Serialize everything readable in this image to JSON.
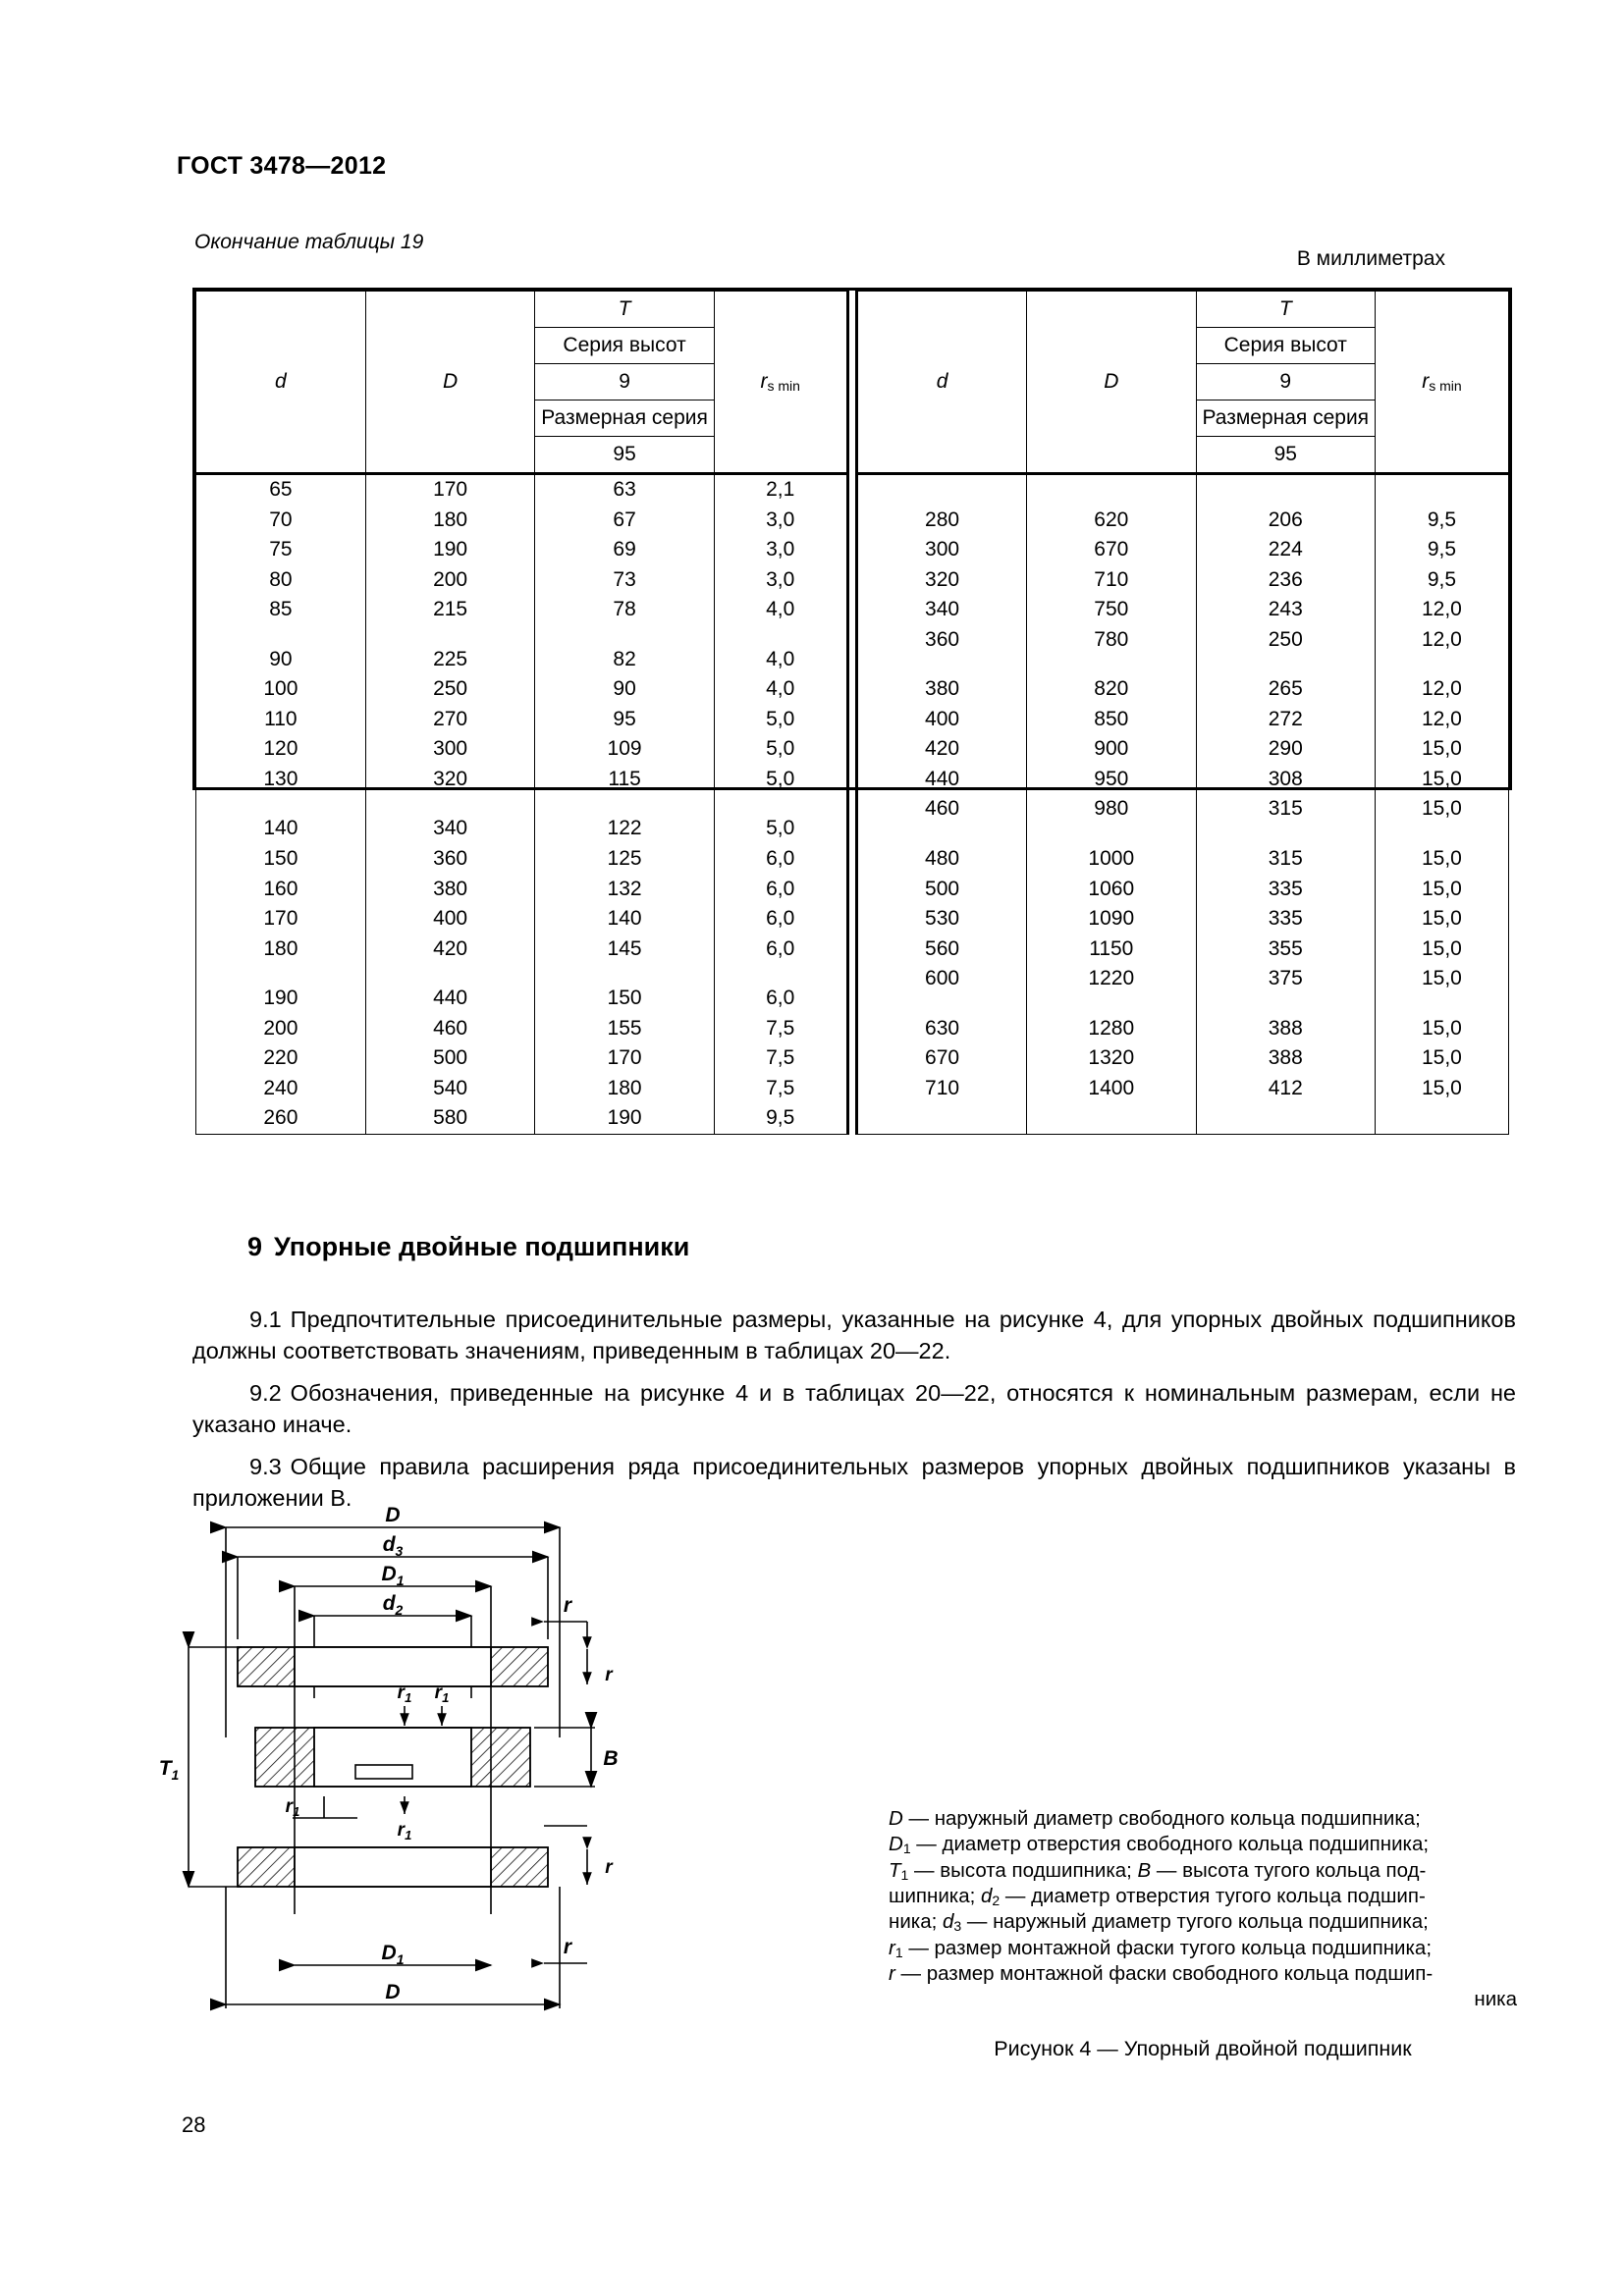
{
  "document": {
    "standard": "ГОСТ 3478—2012",
    "table_continuation": "Окончание таблицы 19",
    "units_note": "В миллиметрах",
    "page_number": "28"
  },
  "table": {
    "headers": {
      "d": "d",
      "D": "D",
      "T": "T",
      "height_series_label": "Серия высот",
      "height_series_value": "9",
      "dimension_series_label": "Размерная серия",
      "dimension_series_value": "95",
      "r_s_min": "r",
      "r_s_min_sub": "s min"
    },
    "left_block": {
      "groups": [
        {
          "d": [
            "65",
            "70",
            "75",
            "80",
            "85"
          ],
          "D": [
            "170",
            "180",
            "190",
            "200",
            "215"
          ],
          "T": [
            "63",
            "67",
            "69",
            "73",
            "78"
          ],
          "r": [
            "2,1",
            "3,0",
            "3,0",
            "3,0",
            "4,0"
          ]
        },
        {
          "d": [
            "90",
            "100",
            "110",
            "120",
            "130"
          ],
          "D": [
            "225",
            "250",
            "270",
            "300",
            "320"
          ],
          "T": [
            "82",
            "90",
            "95",
            "109",
            "115"
          ],
          "r": [
            "4,0",
            "4,0",
            "5,0",
            "5,0",
            "5,0"
          ]
        },
        {
          "d": [
            "140",
            "150",
            "160",
            "170",
            "180"
          ],
          "D": [
            "340",
            "360",
            "380",
            "400",
            "420"
          ],
          "T": [
            "122",
            "125",
            "132",
            "140",
            "145"
          ],
          "r": [
            "5,0",
            "6,0",
            "6,0",
            "6,0",
            "6,0"
          ]
        },
        {
          "d": [
            "190",
            "200",
            "220",
            "240",
            "260"
          ],
          "D": [
            "440",
            "460",
            "500",
            "540",
            "580"
          ],
          "T": [
            "150",
            "155",
            "170",
            "180",
            "190"
          ],
          "r": [
            "6,0",
            "7,5",
            "7,5",
            "7,5",
            "9,5"
          ]
        }
      ]
    },
    "right_block": {
      "groups": [
        {
          "d": [
            "280",
            "300",
            "320",
            "340",
            "360"
          ],
          "D": [
            "620",
            "670",
            "710",
            "750",
            "780"
          ],
          "T": [
            "206",
            "224",
            "236",
            "243",
            "250"
          ],
          "r": [
            "9,5",
            "9,5",
            "9,5",
            "12,0",
            "12,0"
          ]
        },
        {
          "d": [
            "380",
            "400",
            "420",
            "440",
            "460"
          ],
          "D": [
            "820",
            "850",
            "900",
            "950",
            "980"
          ],
          "T": [
            "265",
            "272",
            "290",
            "308",
            "315"
          ],
          "r": [
            "12,0",
            "12,0",
            "15,0",
            "15,0",
            "15,0"
          ]
        },
        {
          "d": [
            "480",
            "500",
            "530",
            "560",
            "600"
          ],
          "D": [
            "1000",
            "1060",
            "1090",
            "1150",
            "1220"
          ],
          "T": [
            "315",
            "335",
            "335",
            "355",
            "375"
          ],
          "r": [
            "15,0",
            "15,0",
            "15,0",
            "15,0",
            "15,0"
          ]
        },
        {
          "d": [
            "630",
            "670",
            "710"
          ],
          "D": [
            "1280",
            "1320",
            "1400"
          ],
          "T": [
            "388",
            "388",
            "412"
          ],
          "r": [
            "15,0",
            "15,0",
            "15,0"
          ]
        }
      ]
    }
  },
  "section": {
    "number": "9",
    "title": "Упорные двойные подшипники",
    "paragraphs": [
      {
        "num": "9.1",
        "text": "Предпочтительные присоединительные размеры, указанные на рисунке 4, для упорных двойных подшипников должны соответствовать значениям, приведенным в таблицах 20—22."
      },
      {
        "num": "9.2",
        "text": "Обозначения, приведенные на рисунке 4 и в таблицах 20—22, относятся к номинальным размерам, если не указано иначе."
      },
      {
        "num": "9.3",
        "text": "Общие правила расширения ряда присоединительных размеров упорных двойных подшипников указаны в приложении В."
      }
    ]
  },
  "figure": {
    "caption": "Рисунок 4 — Упорный двойной подшипник",
    "dimension_labels": {
      "D": "D",
      "d3": "d3",
      "D1": "D1",
      "d2": "d2",
      "T1": "T1",
      "B": "B",
      "r": "r",
      "r1": "r1"
    },
    "legend": [
      "D — наружный диаметр свободного кольца подшипника;",
      "D1 — диаметр отверстия свободного кольца подшипника;",
      "T1 — высота подшипника; B — высота тугого кольца под-",
      "шипника; d2 — диаметр отверстия тугого кольца подшип-",
      "ника; d3 — наружный диаметр тугого кольца подшипника;",
      "r1 — размер монтажной фаски тугого кольца подшипника;",
      "r — размер монтажной фаски свободного кольца подшип-",
      "ника"
    ]
  }
}
